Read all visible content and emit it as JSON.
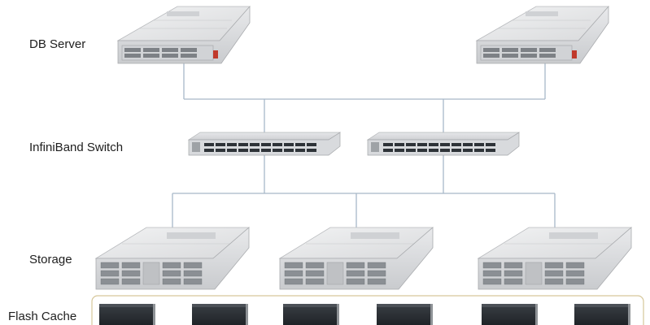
{
  "labels": {
    "db_server": "DB Server",
    "infiniband_switch": "InfiniBand Switch",
    "storage": "Storage",
    "flash_cache": "Flash Cache"
  },
  "colors": {
    "connector_line": "#a8b8c8",
    "server_chassis": "#e3e4e6",
    "switch_chassis": "#d8dadd",
    "port_dark": "#2e3338",
    "flash_card_pcb": "#2a2e33",
    "flash_box_border": "#d6c79a",
    "accent_red": "#c0392b"
  },
  "icons": {
    "db_server": "rack-server-1u-icon",
    "switch": "network-switch-icon",
    "storage": "storage-server-2u-icon",
    "flash_card": "pcie-flash-card-icon"
  }
}
